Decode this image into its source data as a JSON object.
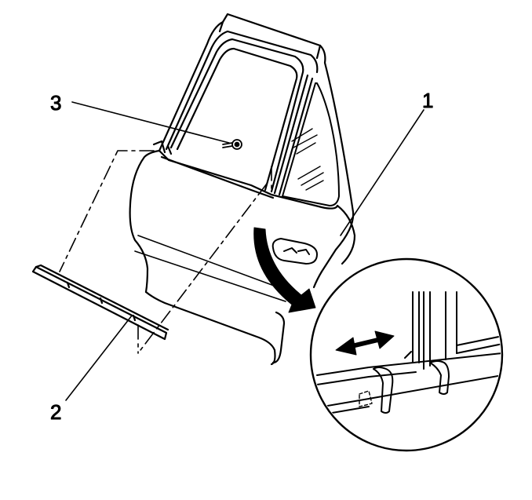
{
  "callouts": [
    {
      "id": "1",
      "label": "1"
    },
    {
      "id": "2",
      "label": "2"
    },
    {
      "id": "3",
      "label": "3"
    }
  ],
  "colors": {
    "line": "#000000",
    "background": "#ffffff"
  },
  "parts": [
    "door-panel",
    "door-window-frame",
    "rear-vent-glass",
    "door-handle-recess",
    "belt-molding",
    "molding-retainer-clip",
    "detail-magnifier"
  ]
}
